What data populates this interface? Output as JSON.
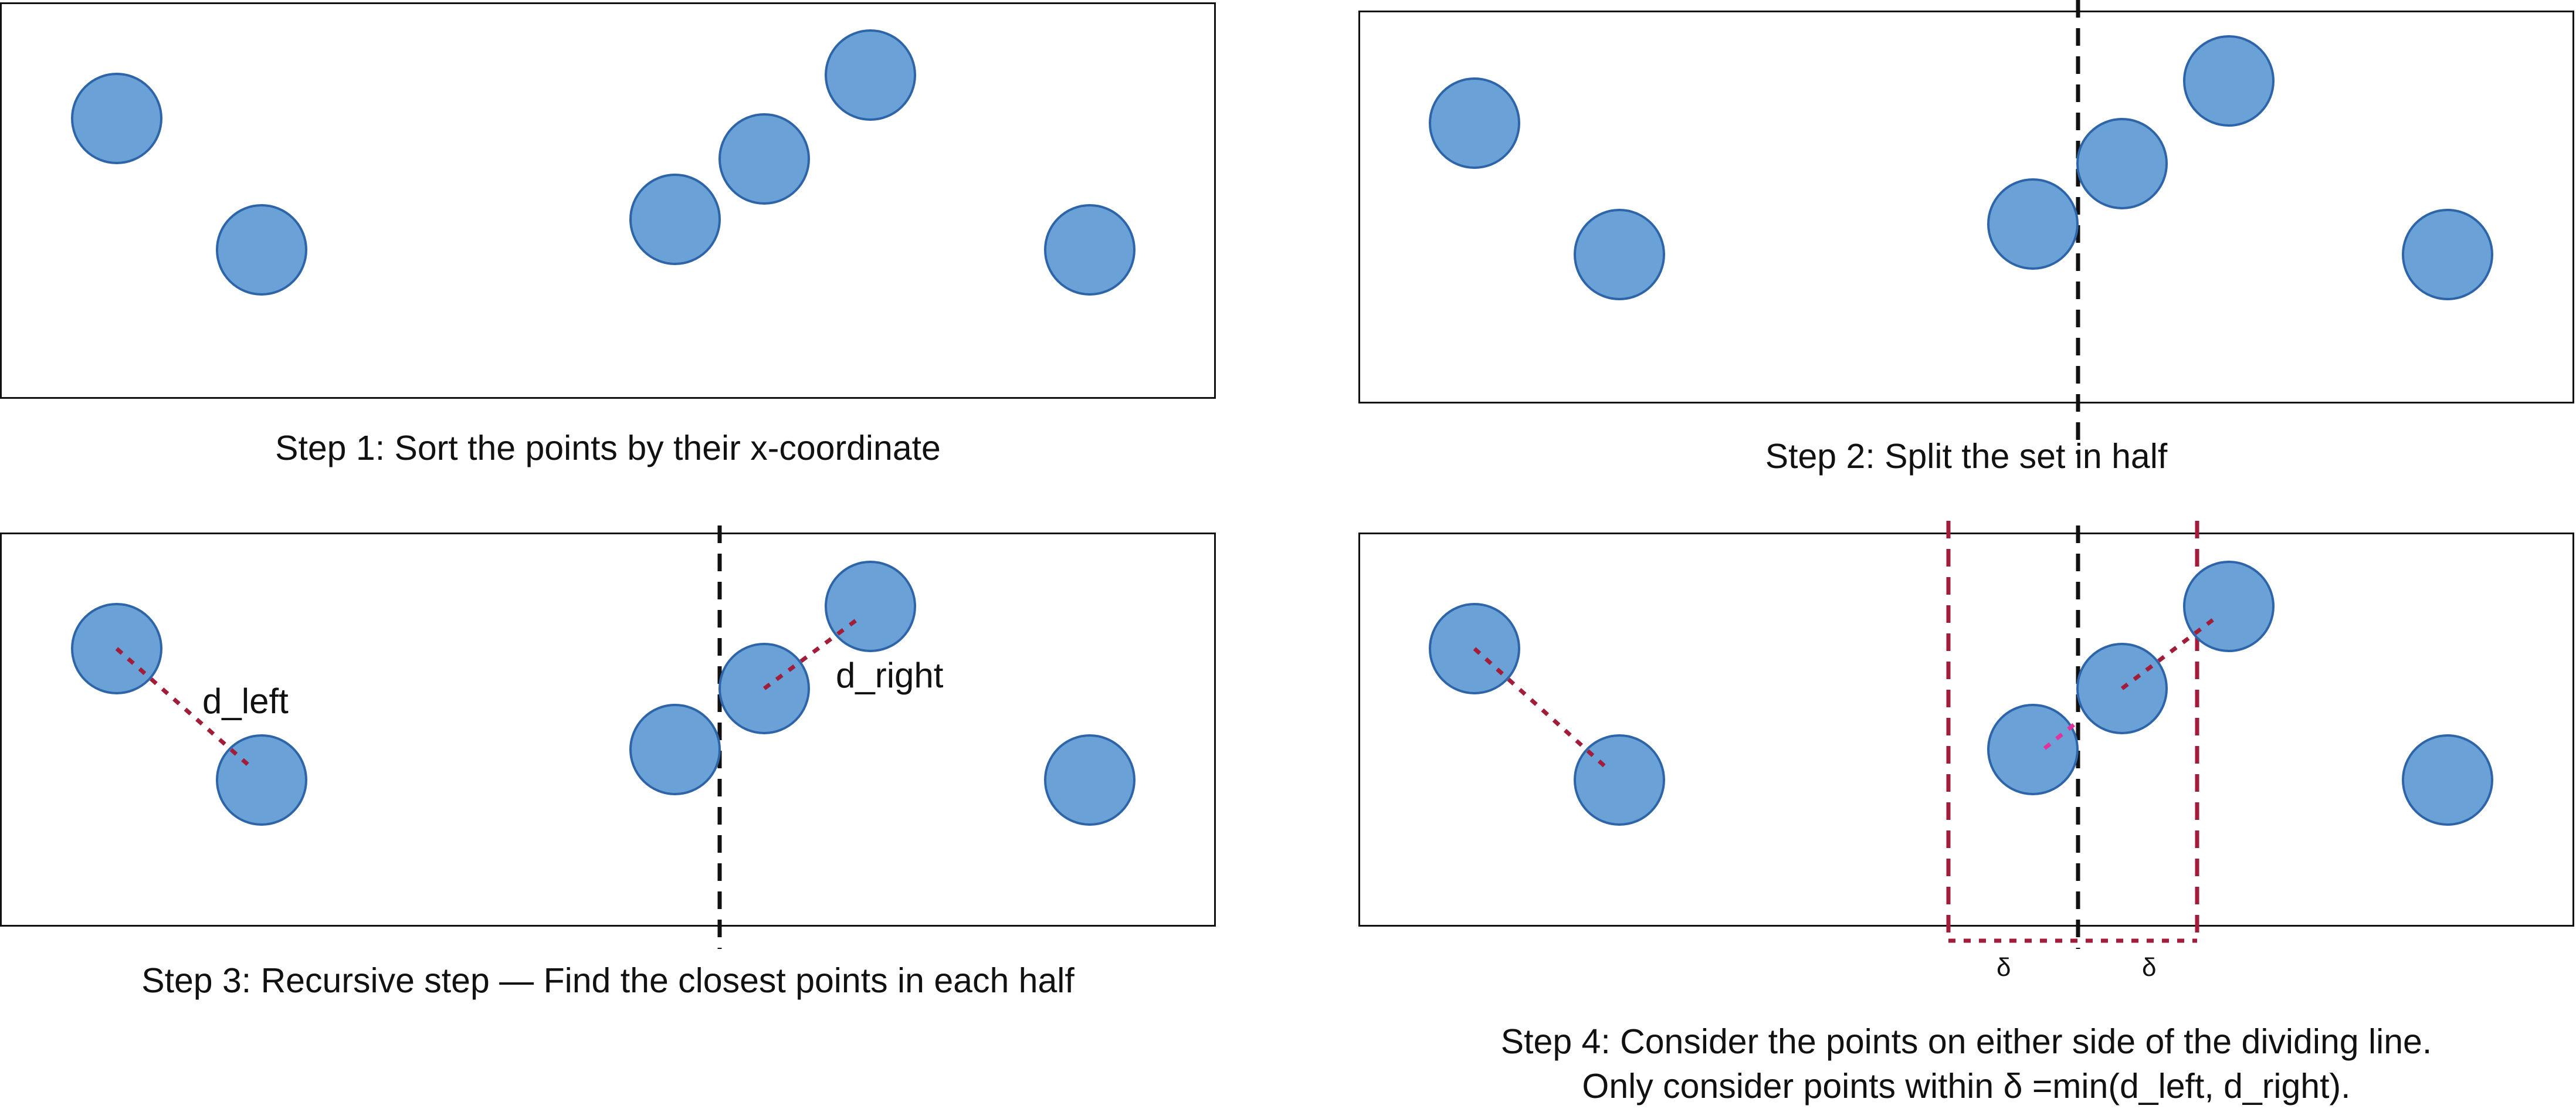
{
  "colors": {
    "point_fill": "#6aa1d6",
    "point_stroke": "#2e64a8",
    "frame": "#111111",
    "divider": "#111111",
    "distance_line": "#a21d3a",
    "cross_pair": "#e0339c"
  },
  "panels": [
    {
      "caption": "Step 1: Sort the points by their x-coordinate"
    },
    {
      "caption": "Step 2: Split the set in half"
    },
    {
      "caption": "Step 3: Recursive step — Find the closest points in each half",
      "labels": {
        "left_distance": "d_left",
        "right_distance": "d_right"
      }
    },
    {
      "caption_line1": "Step 4: Consider the points on either side of the dividing line.",
      "caption_line2": "Only consider points within δ =min(d_left, d_right).",
      "labels": {
        "delta_left": "δ",
        "delta_right": "δ"
      }
    }
  ]
}
